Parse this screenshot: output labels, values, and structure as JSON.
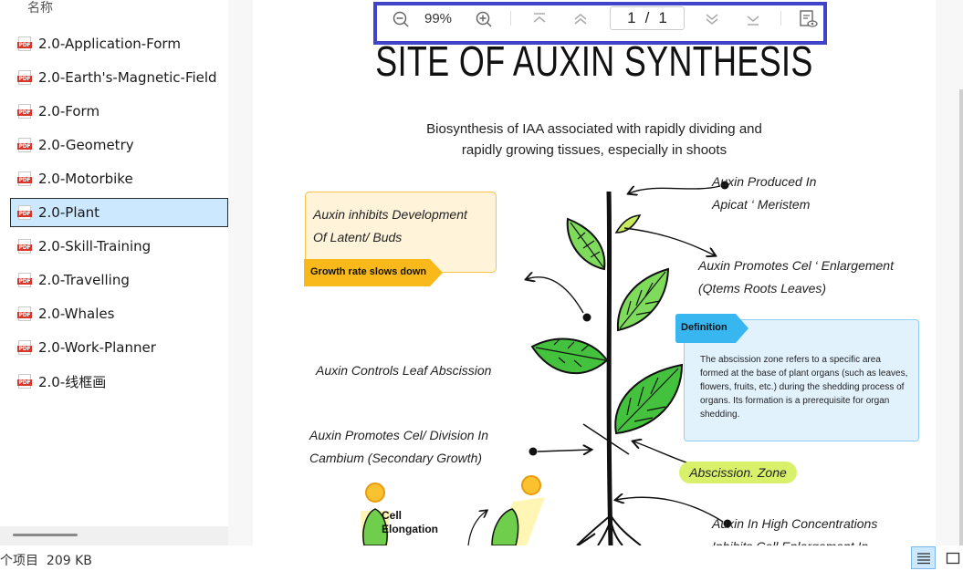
{
  "sidebar": {
    "column_header": "名称",
    "icon_tag": "PDF",
    "items": [
      {
        "label": "2.0-Application-Form",
        "selected": false
      },
      {
        "label": "2.0-Earth's-Magnetic-Field",
        "selected": false
      },
      {
        "label": "2.0-Form",
        "selected": false
      },
      {
        "label": "2.0-Geometry",
        "selected": false
      },
      {
        "label": "2.0-Motorbike",
        "selected": false
      },
      {
        "label": "2.0-Plant",
        "selected": true
      },
      {
        "label": "2.0-Skill-Training",
        "selected": false
      },
      {
        "label": "2.0-Travelling",
        "selected": false
      },
      {
        "label": "2.0-Whales",
        "selected": false
      },
      {
        "label": "2.0-Work-Planner",
        "selected": false
      },
      {
        "label": "2.0-线框画",
        "selected": false
      }
    ]
  },
  "toolbar": {
    "zoom": "99%",
    "current_page": "1",
    "page_separator": "/",
    "total_pages": "1"
  },
  "document": {
    "title": "SITE OF AUXIN SYNTHESIS",
    "subtitle_line1": "Biosynthesis of IAA associated with rapidly dividing and",
    "subtitle_line2": "rapidly growing tissues, especially in shoots",
    "notes": {
      "apical_1": "Auxin Produced In",
      "apical_2": "Apicat ‘ Meristem",
      "enlarge_1": "Auxin Promotes Cel ‘ Enlargement",
      "enlarge_2": "(Qtems Roots Leaves)",
      "abscission": "Auxin Controls Leaf Abscission",
      "division_1": "Auxin Promotes Cel/ Division In",
      "division_2": "Cambium (Secondary Growth)",
      "high_1": "Auxin In High Concentrations",
      "high_2": "Inhibits Cell Enlargement In"
    },
    "inhibit_box": {
      "line1": "Auxin inhibits Development",
      "line2": "Of Latent/ Buds",
      "tag": "Growth rate slows down"
    },
    "definition": {
      "tag": "Definition",
      "text": "The abscission zone refers to a specific area formed at the base of plant organs (such as leaves, flowers, fruits, etc.) during the shedding process of organs. Its formation is a prerequisite for organ shedding."
    },
    "abscission_zone": "Abscission. Zone",
    "cell_elongation_1": "Cell",
    "cell_elongation_2": "Elongation"
  },
  "statusbar": {
    "items_text": "个项目",
    "size": "209 KB"
  },
  "colors": {
    "selection": "#cce8ff",
    "toolbar_border": "#3f44c8",
    "pdf_red": "#d9352b",
    "leaf_green": "#5cc94a",
    "tag_yellow": "#f9b91a",
    "tag_blue": "#38b6f0",
    "pill_lime": "#d9f06a"
  }
}
